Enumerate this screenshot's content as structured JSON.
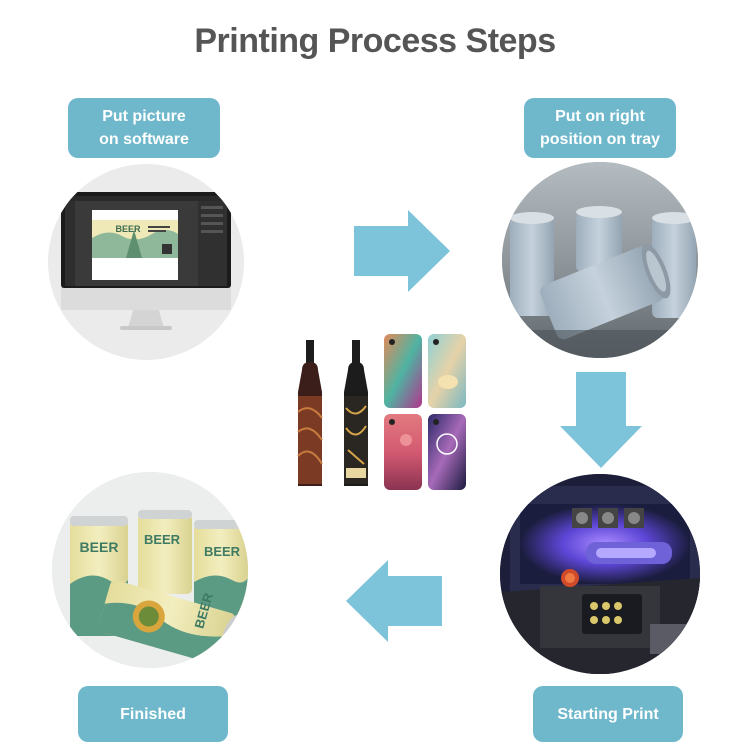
{
  "title": "Printing Process Steps",
  "steps": [
    {
      "line1": "Put picture",
      "line2": "on software"
    },
    {
      "line1": "Put on right",
      "line2": "position on tray"
    },
    {
      "label": "Starting Print"
    },
    {
      "label": "Finished"
    }
  ],
  "monitor_screen": {
    "beer_word": "BEER"
  },
  "finished_cans": {
    "beer_word": "BEER"
  },
  "colors": {
    "label_bg": "#6fb8cc",
    "arrow": "#7dc3d9",
    "title": "#555555"
  }
}
